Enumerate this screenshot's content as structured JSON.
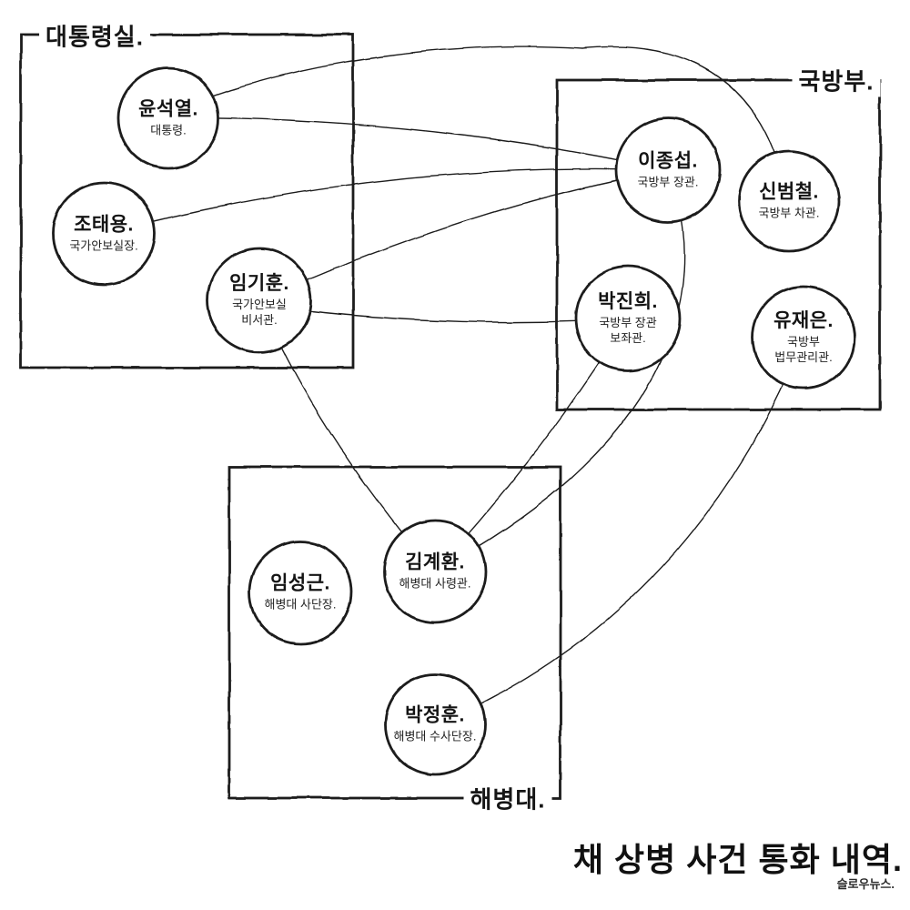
{
  "title": "채 상병 사건 통화 내역.",
  "credit": "슬로우뉴스.",
  "colors": {
    "ink": "#1c1c1c",
    "background": "#ffffff"
  },
  "groups": [
    {
      "id": "presidential-office",
      "label": "대통령실."
    },
    {
      "id": "defense-ministry",
      "label": "국방부."
    },
    {
      "id": "marine-corps",
      "label": "해병대."
    }
  ],
  "nodes": [
    {
      "id": "yoon-suk-yeol",
      "group": "presidential-office",
      "name": "윤석열.",
      "role_lines": [
        "대통령."
      ]
    },
    {
      "id": "cho-tae-yong",
      "group": "presidential-office",
      "name": "조태용.",
      "role_lines": [
        "국가안보실장."
      ]
    },
    {
      "id": "im-ki-hoon",
      "group": "presidential-office",
      "name": "임기훈.",
      "role_lines": [
        "국가안보실",
        "비서관."
      ]
    },
    {
      "id": "lee-jong-sup",
      "group": "defense-ministry",
      "name": "이종섭.",
      "role_lines": [
        "국방부 장관."
      ]
    },
    {
      "id": "shin-beom-chul",
      "group": "defense-ministry",
      "name": "신범철.",
      "role_lines": [
        "국방부 차관."
      ]
    },
    {
      "id": "park-jin-hee",
      "group": "defense-ministry",
      "name": "박진희.",
      "role_lines": [
        "국방부 장관",
        "보좌관."
      ]
    },
    {
      "id": "yoo-jae-eun",
      "group": "defense-ministry",
      "name": "유재은.",
      "role_lines": [
        "국방부",
        "법무관리관."
      ]
    },
    {
      "id": "im-seong-geun",
      "group": "marine-corps",
      "name": "임성근.",
      "role_lines": [
        "해병대 사단장."
      ]
    },
    {
      "id": "kim-gye-hwan",
      "group": "marine-corps",
      "name": "김계환.",
      "role_lines": [
        "해병대 사령관."
      ]
    },
    {
      "id": "park-jung-hoon",
      "group": "marine-corps",
      "name": "박정훈.",
      "role_lines": [
        "해병대 수사단장."
      ]
    }
  ],
  "edges": [
    {
      "from": "윤석열",
      "to": "이종섭"
    },
    {
      "from": "윤석열",
      "to": "신범철"
    },
    {
      "from": "조태용",
      "to": "이종섭"
    },
    {
      "from": "임기훈",
      "to": "이종섭"
    },
    {
      "from": "임기훈",
      "to": "박진희"
    },
    {
      "from": "임기훈",
      "to": "김계환"
    },
    {
      "from": "이종섭",
      "to": "김계환"
    },
    {
      "from": "박진희",
      "to": "김계환"
    },
    {
      "from": "유재은",
      "to": "박정훈"
    }
  ]
}
